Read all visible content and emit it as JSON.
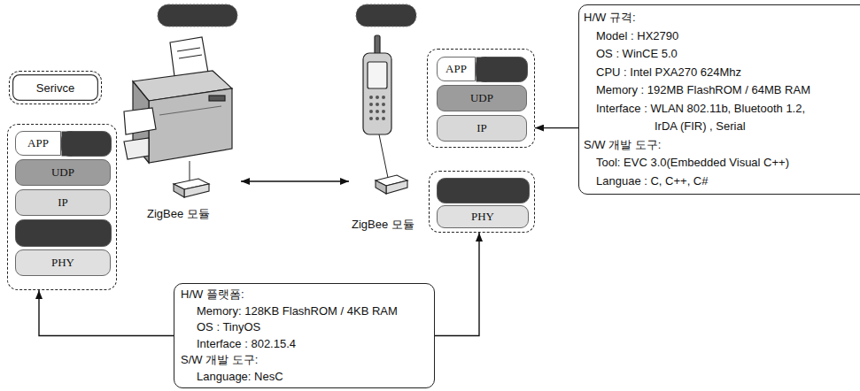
{
  "diagram": {
    "nodes": [
      {
        "text": [
          "Serivce"
        ]
      },
      {
        "text": []
      },
      {
        "text": [
          "APP"
        ],
        "in": 1
      },
      {
        "text": [
          "UDP"
        ],
        "in": 1
      },
      {
        "text": [
          "IP"
        ],
        "in": 1
      },
      {
        "text": [
          "PHY"
        ],
        "in": 1
      },
      {
        "text": []
      },
      {
        "text": [
          "APP"
        ],
        "in": 6
      },
      {
        "text": [
          "UDP"
        ],
        "in": 6
      },
      {
        "text": [
          "IP"
        ],
        "in": 6
      },
      {
        "text": [
          "H/W 규격:",
          "Model : HX2790",
          "OS : WinCE 5.0",
          "CPU : Intel PXA270 624Mhz",
          "Memory : 192MB FlashROM / 64MB RAM",
          "Interface : WLAN 802.11b, Bluetooth 1.2, IrDA (FIR) , Serial",
          "S/W 개발 도구:",
          "Tool: EVC 3.0(Embedded Visual C++)",
          "Languae : C, C++, C#"
        ]
      },
      {
        "text": []
      },
      {
        "text": [
          "PHY"
        ],
        "in": 11
      },
      {
        "text": [
          "H/W 플랫폼:",
          "Memory: 128KB FlashROM / 4KB RAM",
          "OS : TinyOS",
          "Interface : 802.15.4",
          "S/W 개발 도구:",
          "Language: NesC"
        ]
      }
    ],
    "edges": [
      {
        "from": 13,
        "to": 1,
        "arrow": "to"
      },
      {
        "from": 13,
        "to": 11,
        "arrow": "to"
      },
      {
        "from": 10,
        "to": 6,
        "arrow": "to"
      }
    ],
    "labels": [
      "ZigBee 모듈",
      "ZigBee 모듈"
    ]
  }
}
